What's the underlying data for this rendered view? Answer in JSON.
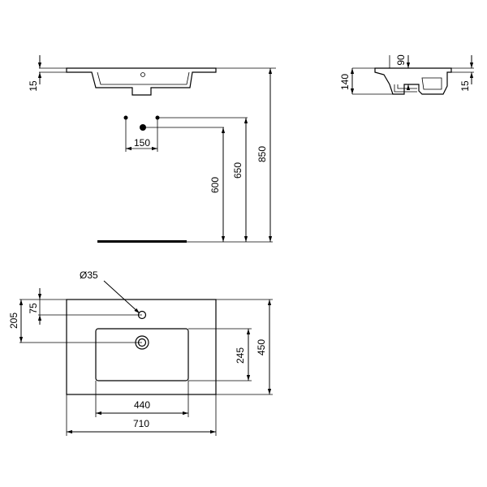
{
  "dimensions": {
    "front_rim_thickness": "15",
    "side_depth": "140",
    "side_tap_height": "90",
    "side_rim_thickness": "15",
    "waste_spacing": "150",
    "height_600": "600",
    "height_650": "650",
    "height_850": "850",
    "tap_hole_diameter": "Ø35",
    "tap_hole_offset": "75",
    "waste_offset": "205",
    "bowl_length": "440",
    "bowl_depth": "245",
    "overall_depth": "450",
    "overall_width": "710"
  }
}
